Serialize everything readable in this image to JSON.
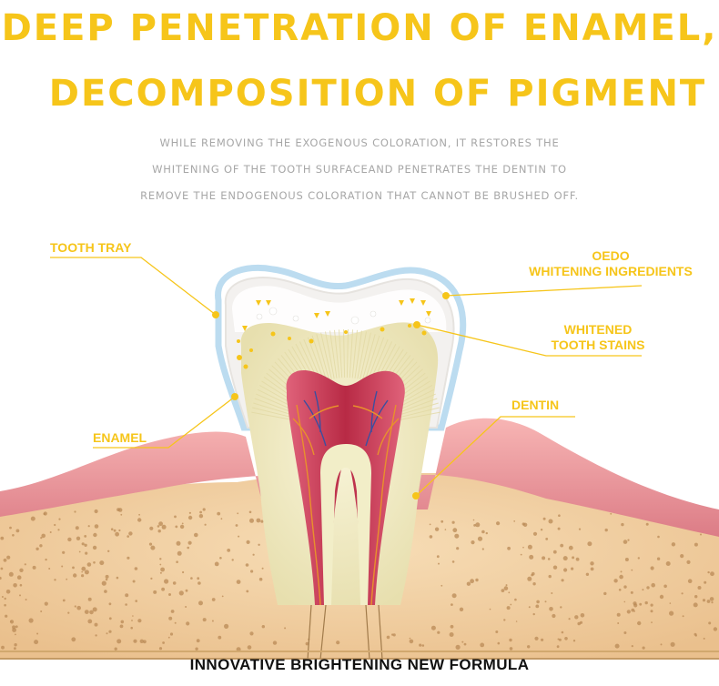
{
  "header": {
    "title_line1": "DEEP PENETRATION OF ENAMEL,",
    "title_line2": "DECOMPOSITION OF PIGMENT",
    "description": [
      "WHILE REMOVING THE EXOGENOUS COLORATION, IT RESTORES THE",
      "WHITENING OF THE TOOTH SURFACEAND PENETRATES THE DENTIN TO",
      "REMOVE THE ENDOGENOUS COLORATION THAT CANNOT BE BRUSHED OFF."
    ]
  },
  "labels": {
    "tooth_tray": "TOOTH TRAY",
    "oedo_line1": "OEDO",
    "oedo_line2": "WHITENING INGREDIENTS",
    "stains_line1": "WHITENED",
    "stains_line2": "TOOTH STAINS",
    "dentin": "DENTIN",
    "enamel": "ENAMEL"
  },
  "footer": {
    "tagline": "INNOVATIVE BRIGHTENING NEW FORMULA"
  },
  "colors": {
    "accent": "#f6c51a",
    "gum": "#ec9aa0",
    "bone": "#f3cfa2",
    "pulp": "#c9344d",
    "dentin": "#f4f0cf",
    "tray": "#bcdcf0"
  }
}
